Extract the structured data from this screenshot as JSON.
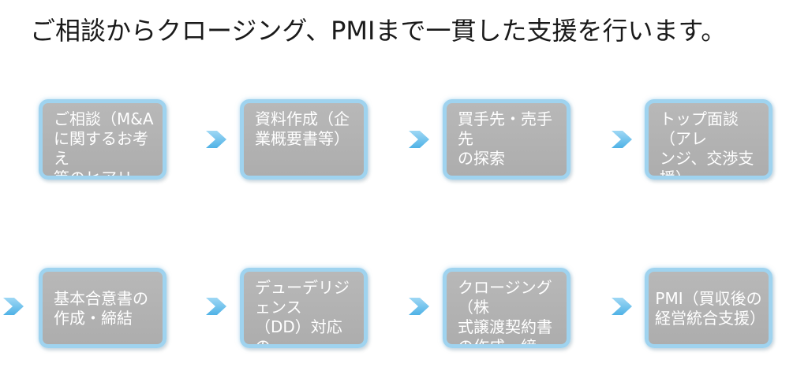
{
  "title": "ご相談からクロージング、PMIまで一貫した支援を行います。",
  "steps": [
    {
      "label": "ご相談（M&A\nに関するお考え\n等のヒアリグ）"
    },
    {
      "label": "資料作成（企\n業概要書等）"
    },
    {
      "label": "買手先・売手先\nの探索"
    },
    {
      "label": "トップ面談（アレ\nンジ、交渉支援）"
    },
    {
      "label": "基本合意書の\n作成・締結"
    },
    {
      "label": "デューデリジェンス\n（DD）対応の\n支援"
    },
    {
      "label": "クロージング（株\n式譲渡契約書\nの作成・締結）"
    },
    {
      "label": "PMI（買収後の\n経営統合支援）"
    }
  ],
  "icons": {
    "arrow": "chevron-right-arrow-icon"
  },
  "colors": {
    "box_fill": "#b3b3b3",
    "box_border": "#9fd3ef",
    "arrow": "#6cc0ec",
    "text": "#ffffff"
  }
}
